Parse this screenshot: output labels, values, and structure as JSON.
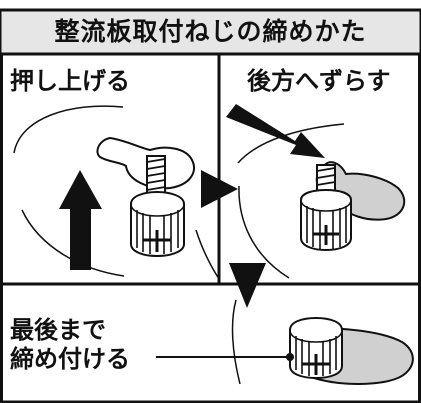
{
  "title": "整流板取付ねじの締めかた",
  "steps": [
    {
      "label": "押し上げる"
    },
    {
      "label": "後方へずらす"
    },
    {
      "label_line1": "最後まで",
      "label_line2": "締め付ける"
    }
  ],
  "colors": {
    "header_bg": "#e6e6e6",
    "line": "#111111",
    "plate_fill": "#d0d0d0",
    "arrow_fill": "#111111"
  }
}
